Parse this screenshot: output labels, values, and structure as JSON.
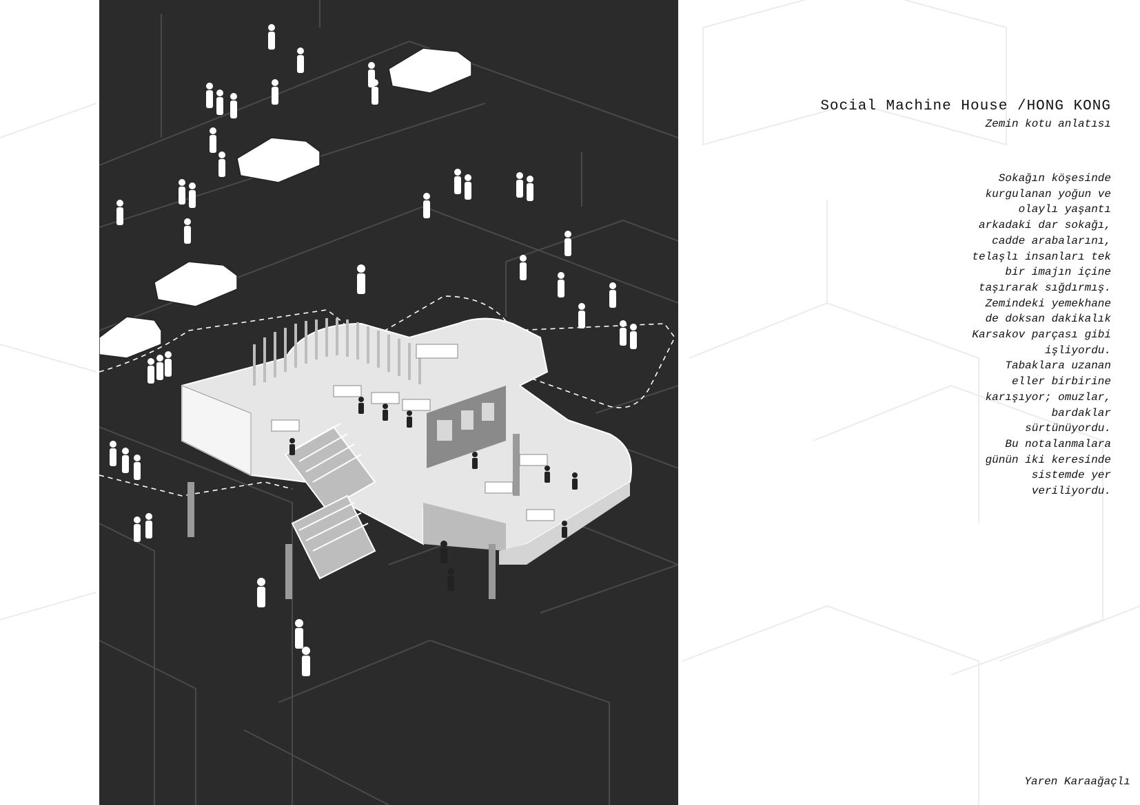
{
  "sheet": {
    "title": "Social Machine House /HONG KONG",
    "subtitle": "Zemin kotu anlatısı",
    "narrative_lines": [
      "Sokağın köşesinde",
      "kurgulanan yoğun ve",
      "olaylı yaşantı",
      "arkadaki dar sokağı,",
      "cadde arabalarını,",
      "telaşlı insanları tek",
      "bir imajın içine",
      "taşırarak sığdırmış.",
      "Zemindeki yemekhane",
      "de doksan dakikalık",
      "Karsakov parçası gibi",
      "işliyordu.",
      "Tabaklara uzanan",
      "eller birbirine",
      "karışıyor; omuzlar,",
      "bardaklar",
      "sürtünüyordu.",
      "Bu notalanmalara",
      "günün iki keresinde",
      "sistemde yer",
      "veriliyordu."
    ],
    "author": "Yaren Karaağaçlı"
  },
  "drawing": {
    "background_color": "#2b2b2b",
    "figure_color": "#ffffff",
    "floor_color": "#e6e6e6"
  }
}
